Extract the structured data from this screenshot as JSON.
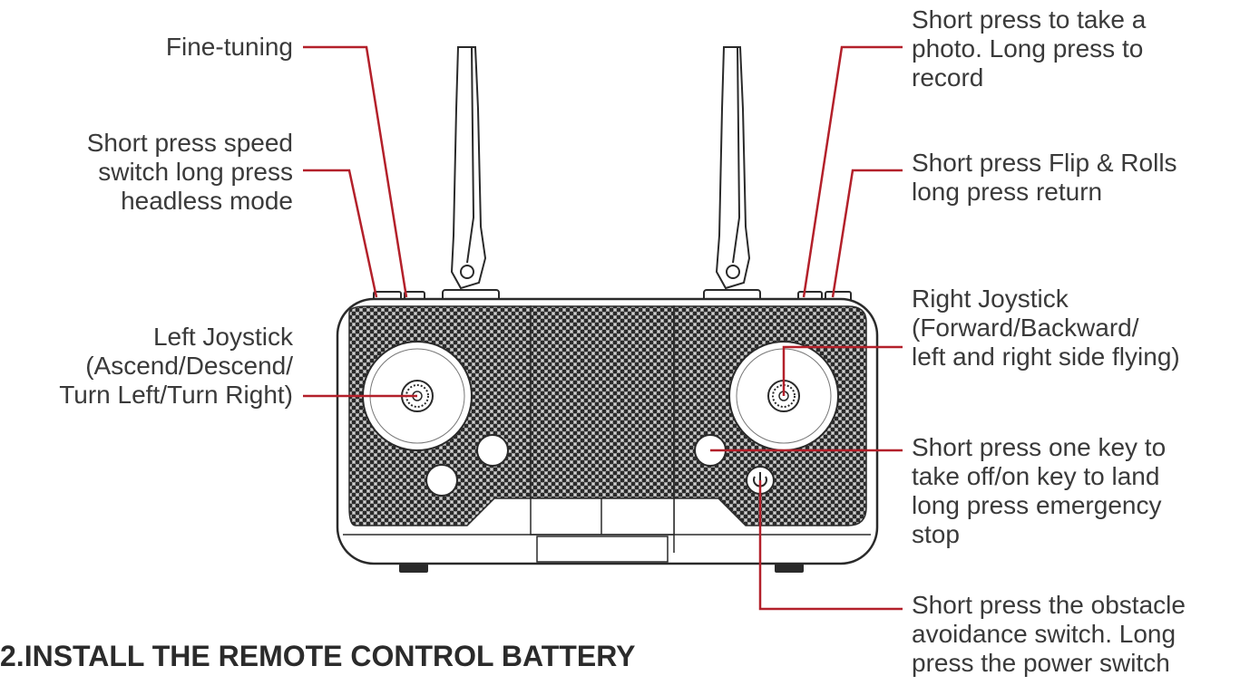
{
  "labels": {
    "fine_tuning": "Fine-tuning",
    "speed_switch": "Short press speed\nswitch long press\nheadless mode",
    "left_joystick": "Left Joystick\n(Ascend/Descend/\nTurn Left/Turn Right)",
    "photo_record": "Short press to take a\nphoto. Long press to\nrecord",
    "flip_rolls": "Short press Flip & Rolls\nlong press return",
    "right_joystick": "Right Joystick\n(Forward/Backward/\nleft and right side flying)",
    "takeoff_land": "Short press one key to\ntake off/on key to land\nlong press emergency\nstop",
    "obstacle_power": "Short press the obstacle\navoidance switch. Long\npress the power switch"
  },
  "heading": "2.INSTALL THE REMOTE CONTROL BATTERY",
  "colors": {
    "callout_line": "#b3202a",
    "text": "#3a3a3a",
    "outline": "#2a2a2a",
    "carbon_dark": "#2b2b2b",
    "carbon_light": "#9a9a9a"
  }
}
